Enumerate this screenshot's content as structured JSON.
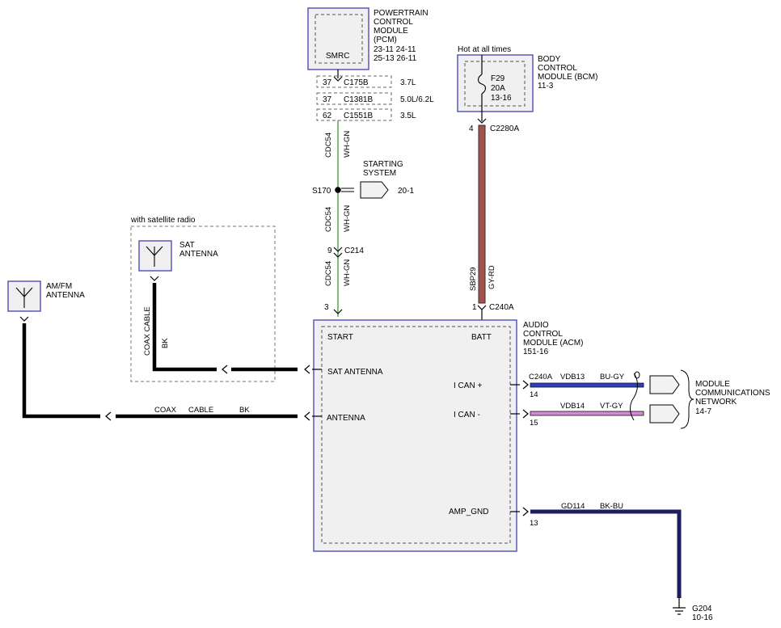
{
  "pcm": {
    "title_lines": [
      "POWERTRAIN",
      "CONTROL",
      "MODULE",
      "(PCM)"
    ],
    "refs": [
      "23-11  24-11",
      "25-13  26-11"
    ],
    "inner_label": "SMRC"
  },
  "pcm_connectors": [
    {
      "pin": "37",
      "connector": "C175B",
      "engine": "3.7L"
    },
    {
      "pin": "37",
      "connector": "C1381B",
      "engine": "5.0L/6.2L"
    },
    {
      "pin": "62",
      "connector": "C1551B",
      "engine": "3.5L"
    }
  ],
  "start_circuit": {
    "circuit": "CDC54",
    "color_label": "WH-GN",
    "wire_color": "#3a9a3a",
    "splice": "S170",
    "starting_system_lines": [
      "STARTING",
      "SYSTEM"
    ],
    "starting_system_ref": "20-1",
    "inline_pin": "9",
    "inline_connector": "C214",
    "acm_pin": "3"
  },
  "bcm": {
    "hot_label": "Hot at all times",
    "title_lines": [
      "BODY",
      "CONTROL",
      "MODULE (BCM)",
      "11-3"
    ],
    "fuse_lines": [
      "F29",
      "20A",
      "13-16"
    ]
  },
  "batt_circuit": {
    "bcm_pin": "4",
    "bcm_connector": "C2280A",
    "circuit": "SBP29",
    "color_label": "GY-RD",
    "wire_color": "#a0524c",
    "acm_pin": "1",
    "acm_connector": "C240A"
  },
  "acm": {
    "title_lines": [
      "AUDIO",
      "CONTROL",
      "MODULE (ACM)",
      "151-16"
    ],
    "pins": {
      "start": "START",
      "batt": "BATT",
      "sat_antenna": "SAT ANTENNA",
      "antenna": "ANTENNA",
      "ican_plus": "I CAN +",
      "ican_minus": "I CAN -",
      "amp_gnd": "AMP_GND"
    }
  },
  "sat": {
    "group_label": "with satellite radio",
    "title_lines": [
      "SAT",
      "ANTENNA"
    ],
    "cable_label": "COAX  CABLE",
    "color_label": "BK"
  },
  "amfm": {
    "title_lines": [
      "AM/FM",
      "ANTENNA"
    ],
    "cable_words": [
      "COAX",
      "CABLE",
      "BK"
    ]
  },
  "can_bus": {
    "connector": "C240A",
    "high": {
      "circuit": "VDB13",
      "color_label": "BU-GY",
      "pin": "14",
      "wire_color": "#2b3fbf"
    },
    "low": {
      "circuit": "VDB14",
      "color_label": "VT-GY",
      "pin": "15",
      "wire_color": "#d48ad4"
    },
    "network_lines": [
      "MODULE",
      "COMMUNICATIONS",
      "NETWORK",
      "14-7"
    ]
  },
  "ground": {
    "circuit": "GD114",
    "color_label": "BK-BU",
    "pin": "13",
    "wire_color": "#1a1f5e",
    "ground_id": "G204",
    "ground_ref": "10-16"
  }
}
